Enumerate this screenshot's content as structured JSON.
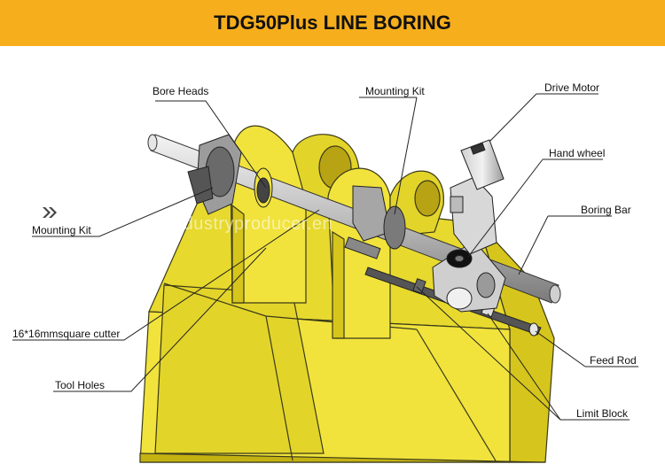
{
  "header": {
    "title": "TDG50Plus LINE BORING"
  },
  "watermark": "industryproducer.en",
  "labels": {
    "bore_heads": "Bore Heads",
    "mounting_kit_top": "Mounting Kit",
    "drive_motor": "Drive Motor",
    "hand_wheel": "Hand wheel",
    "boring_bar": "Boring Bar",
    "mounting_kit_left": "Mounting Kit",
    "square_cutter": "16*16mmsquare cutter",
    "tool_holes": "Tool Holes",
    "feed_rod": "Feed Rod",
    "limit_block": "Limit Block"
  },
  "colors": {
    "header_bg": "#f6ae1c",
    "bucket_yellow": "#f1e33c",
    "bucket_shadow": "#d6c51c",
    "metal": "#c8c8c8"
  }
}
